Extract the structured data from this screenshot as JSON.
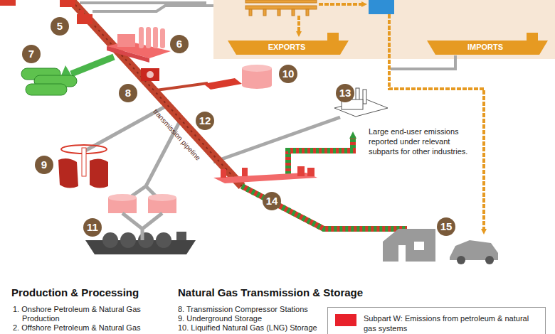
{
  "diagram": {
    "labels": [
      "EXPORTS",
      "IMPORTS",
      "5",
      "6",
      "7",
      "8",
      "10",
      "13",
      "12",
      "9",
      "transmission pipeline",
      "Large end-user emissions reported under relevant subparts for other industries.",
      "14",
      "11",
      "15",
      "Production & Processing",
      "1. Onshore Petroleum & Natural Gas Production",
      "2. Offshore Petroleum & Natural Gas",
      "Natural Gas Transmission & Storage",
      "8. Transmission Compressor Stations",
      "9. Underground Storage",
      "10. Liquified Natural Gas (LNG) Storage"
    ],
    "legend": [
      {
        "text": "Subpart W: Emissions from petroleum & natural gas systems",
        "color": "#e8212b"
      }
    ]
  }
}
